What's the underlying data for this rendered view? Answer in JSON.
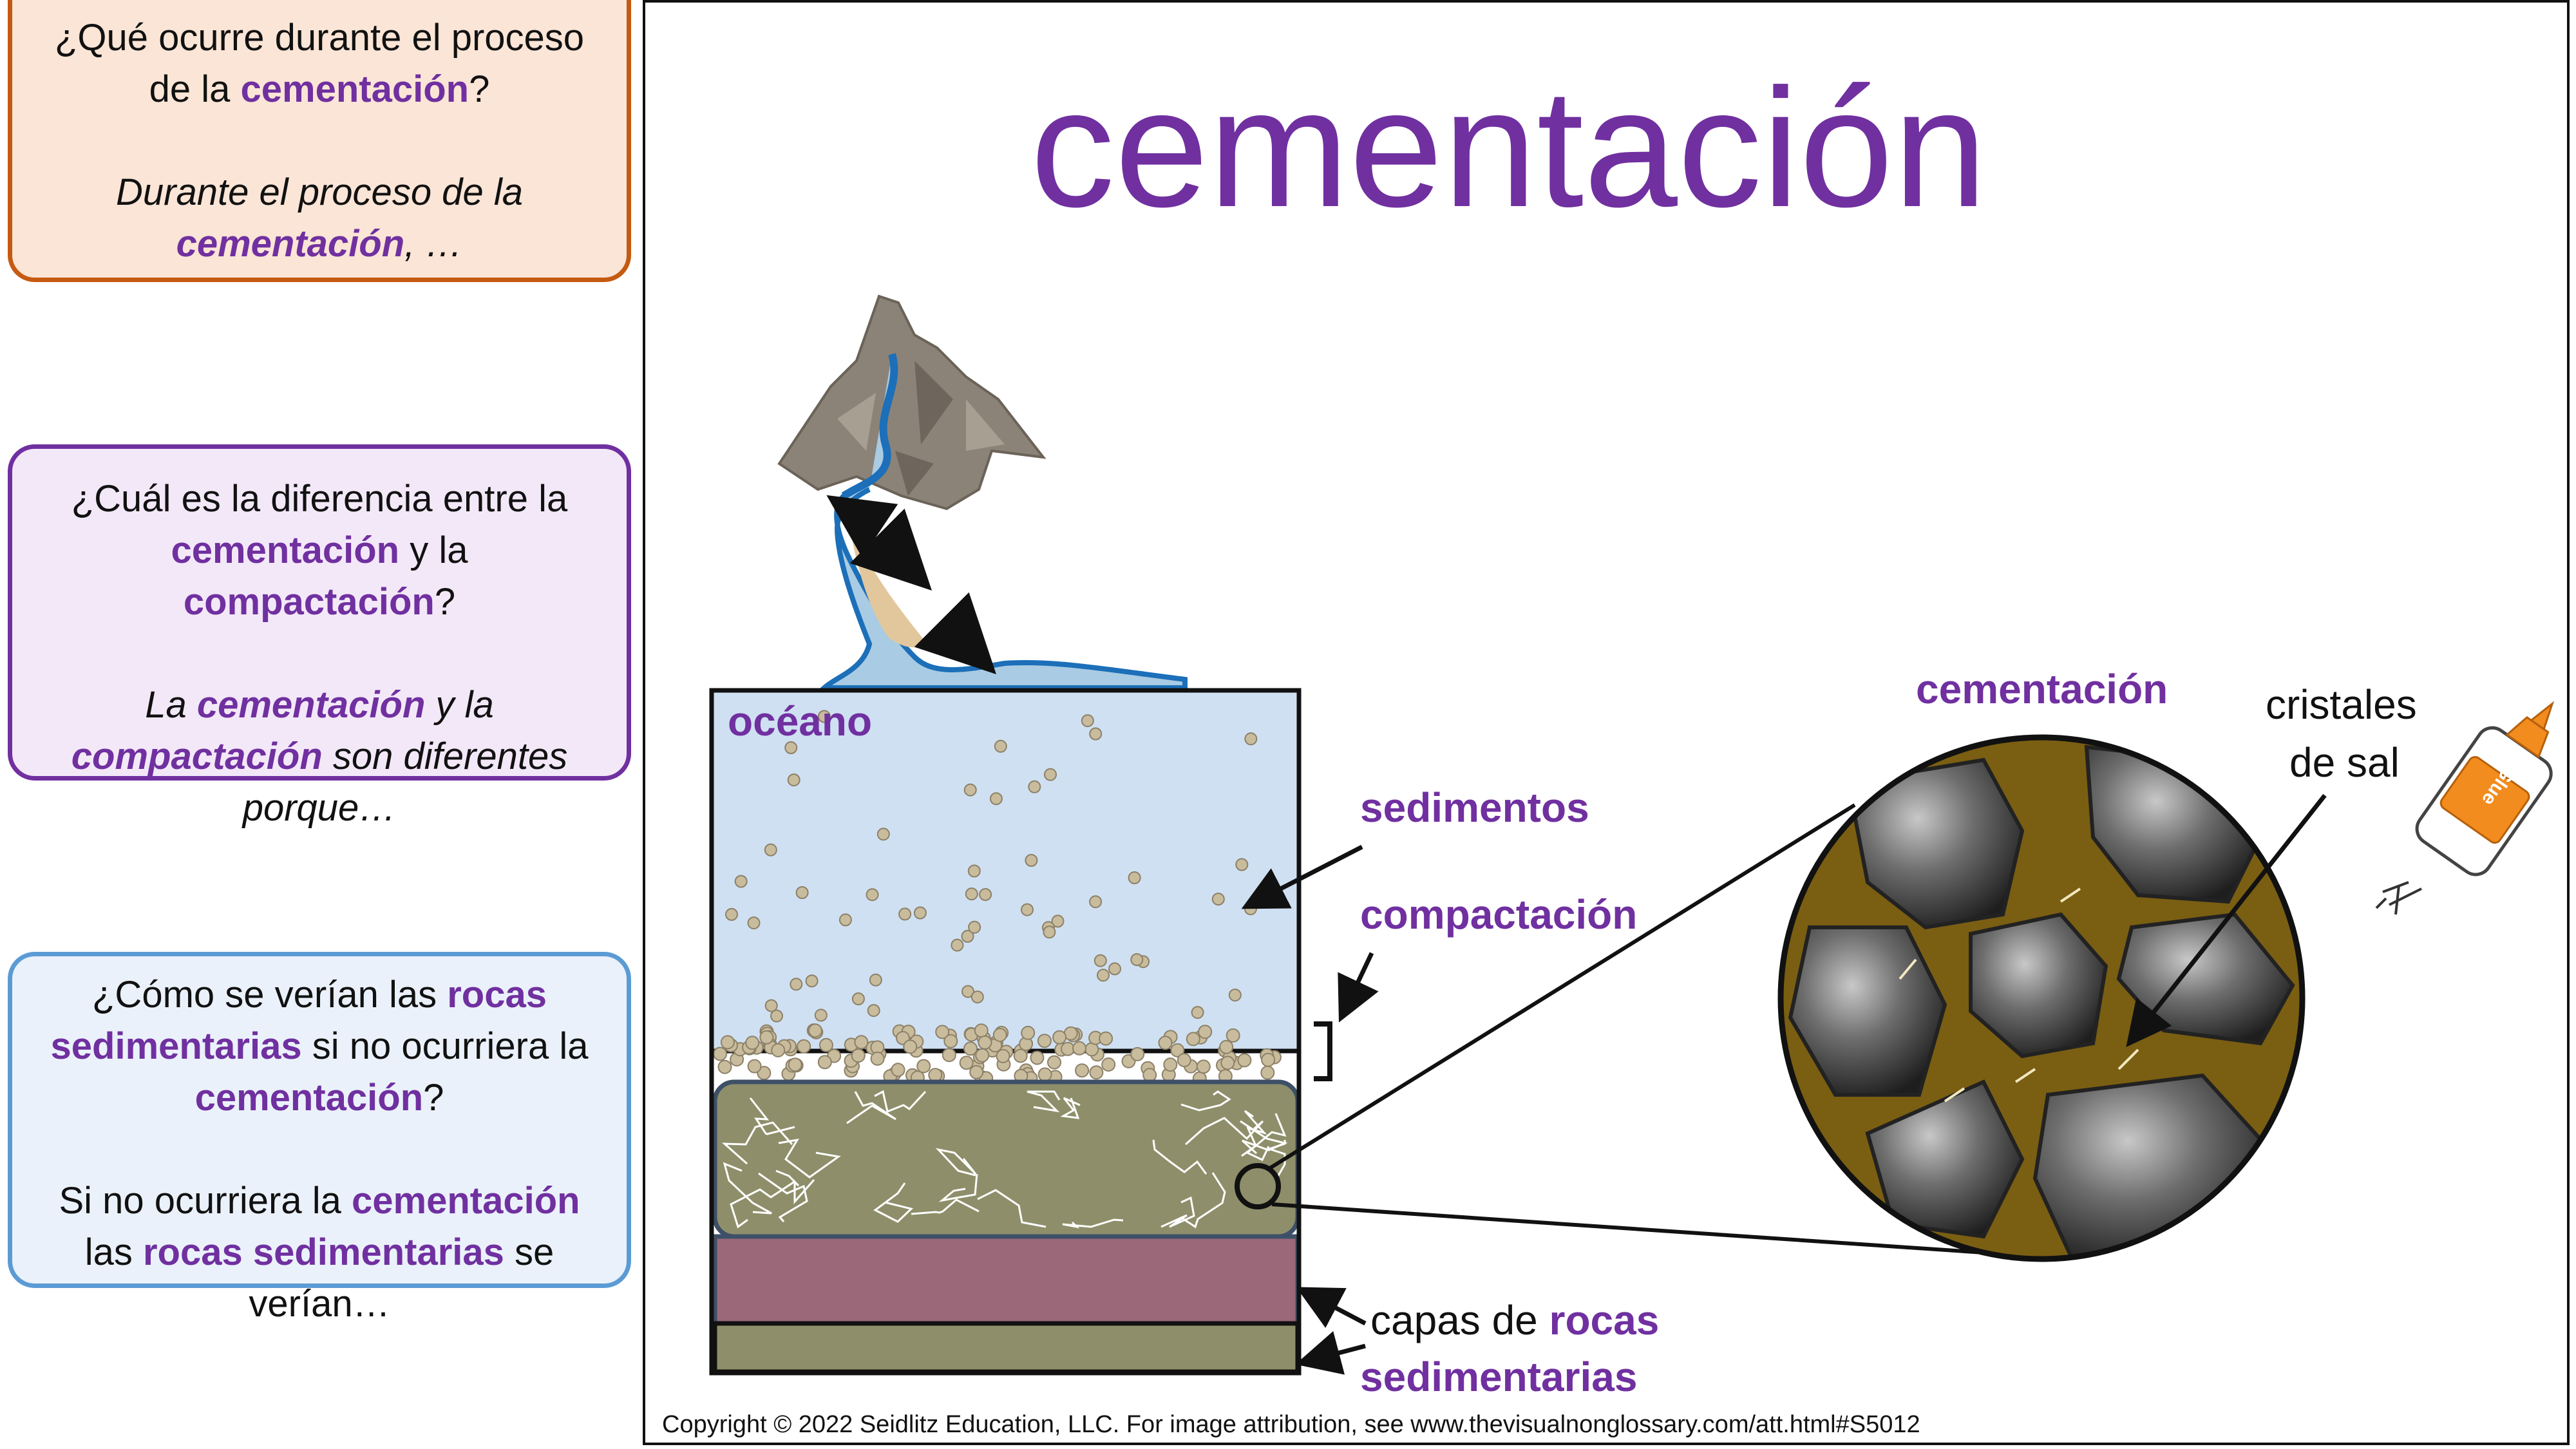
{
  "question_boxes": {
    "box1": {
      "q_pre": "¿Qué ocurre durante el proceso de la ",
      "q_hl": "cementación",
      "q_post": "?",
      "a_pre": "Durante el proceso de la ",
      "a_hl": "cementación",
      "a_post": ", …"
    },
    "box2": {
      "q_pre": "¿Cuál es la diferencia entre la ",
      "q_hl1": "cementación",
      "q_mid": " y la ",
      "q_hl2": "compactación",
      "q_post": "?",
      "a_pre": "La ",
      "a_hl1": "cementación",
      "a_mid": " y la ",
      "a_hl2": "compactación",
      "a_post": " son diferentes porque…"
    },
    "box3": {
      "q_pre": "¿Cómo se verían las ",
      "q_hl1": "rocas sedimentarias",
      "q_mid": " si no ocurriera la ",
      "q_hl2": "cementación",
      "q_post": "?",
      "a_pre": "Si no ocurriera la ",
      "a_hl1": "cementación",
      "a_mid": " las ",
      "a_hl2": "rocas sedimentarias",
      "a_post": " se verían…"
    }
  },
  "title": "cementación",
  "labels": {
    "oceano": "océano",
    "sedimentos": "sedimentos",
    "compactacion": "compactación",
    "capas_pre": "capas de ",
    "capas_hl1": "rocas",
    "capas_hl2": "sedimentarias",
    "cementacion_zoom": "cementación",
    "cristales_line1": "cristales",
    "cristales_line2": "de sal",
    "glue": "Glue"
  },
  "colors": {
    "accent_purple": "#7030A0",
    "ocean": "#CFE0F2",
    "rock_green": "#8E8F6A",
    "rock_mauve": "#9A6878",
    "cement_brown": "#7A5E12"
  },
  "copyright": "Copyright © 2022 Seidlitz Education, LLC.  For image attribution, see www.thevisualnonglossary.com/att.html#S5012"
}
